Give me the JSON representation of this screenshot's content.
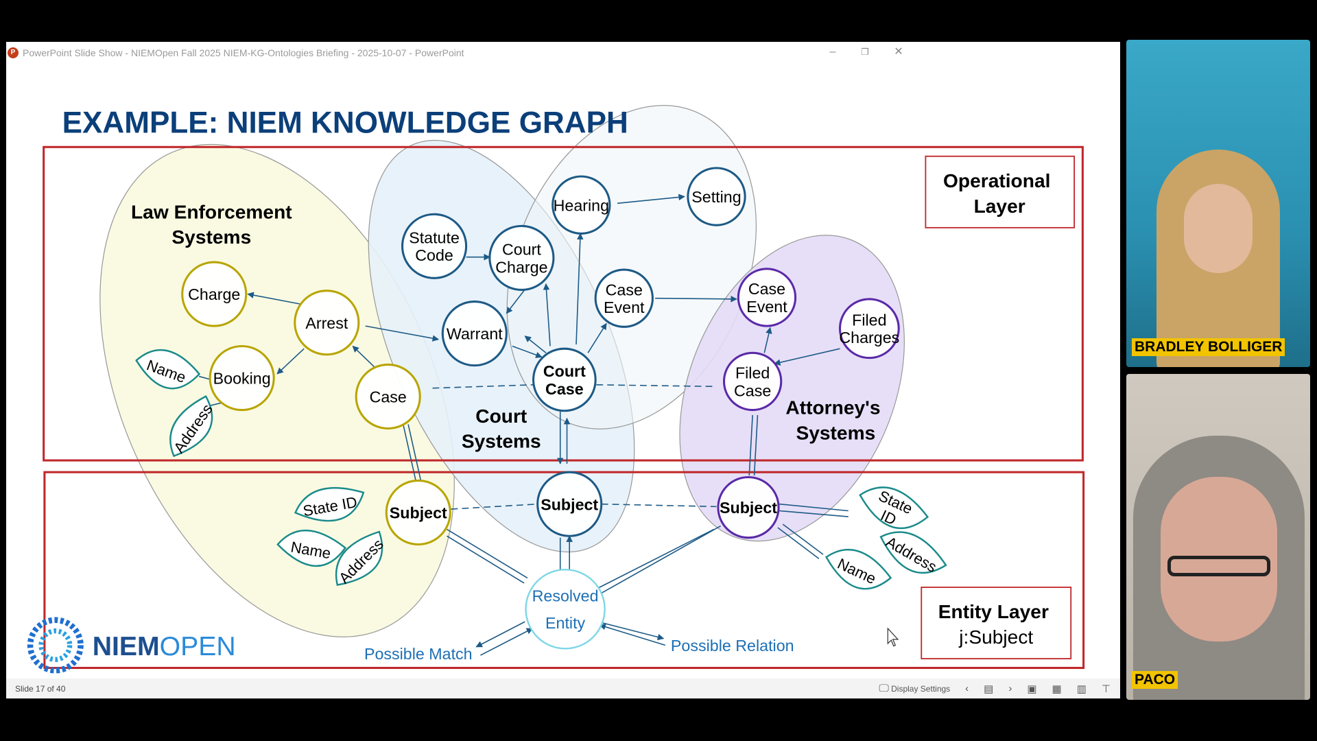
{
  "window": {
    "title": "PowerPoint Slide Show  -  NIEMOpen Fall 2025 NIEM-KG-Ontologies Briefing - 2025-10-07 - PowerPoint",
    "app_icon": "P",
    "controls": {
      "minimize": "–",
      "restore": "❐",
      "close": "✕"
    }
  },
  "slide": {
    "title": "EXAMPLE: NIEM KNOWLEDGE GRAPH",
    "operational_layer": [
      "Operational",
      "Layer"
    ],
    "entity_layer": [
      "Entity Layer",
      "j:Subject"
    ],
    "groups": {
      "law_enforcement": [
        "Law Enforcement",
        "Systems"
      ],
      "court": [
        "Court",
        "Systems"
      ],
      "attorney": [
        "Attorney's",
        "Systems"
      ]
    },
    "nodes": {
      "charge": [
        "Charge"
      ],
      "arrest": [
        "Arrest"
      ],
      "booking": [
        "Booking"
      ],
      "le_case": [
        "Case"
      ],
      "le_subject": [
        "Subject"
      ],
      "statute_code": [
        "Statute",
        "Code"
      ],
      "court_charge": [
        "Court",
        "Charge"
      ],
      "hearing": [
        "Hearing"
      ],
      "setting": [
        "Setting"
      ],
      "court_case_event": [
        "Case",
        "Event"
      ],
      "warrant": [
        "Warrant"
      ],
      "court_case": [
        "Court",
        "Case"
      ],
      "court_subject": [
        "Subject"
      ],
      "att_case_event": [
        "Case",
        "Event"
      ],
      "filed_charges": [
        "Filed",
        "Charges"
      ],
      "filed_case": [
        "Filed",
        "Case"
      ],
      "att_subject": [
        "Subject"
      ],
      "resolved_entity": [
        "Resolved",
        "Entity"
      ]
    },
    "leaves": {
      "le_name": "Name",
      "le_address": "Address",
      "sub_state_id": "State ID",
      "sub_name": "Name",
      "sub_address": "Address",
      "att_state_id": [
        "State",
        "ID"
      ],
      "att_address": "Address",
      "att_name": "Name"
    },
    "possible_match": "Possible Match",
    "possible_relation": "Possible Relation",
    "logo": {
      "niem": "NIEM",
      "open": "OPEN"
    },
    "colors": {
      "title": "#0b3f7a",
      "frame": "#c0282a",
      "law": "#b8a500",
      "court": "#1d5a86",
      "attorney": "#5a2aa8",
      "leaf": "#1a8a8a",
      "resolved": "#7fd7e6"
    }
  },
  "statusbar": {
    "slide_counter": "Slide 17 of 40",
    "display_settings": "Display Settings"
  },
  "participants": [
    {
      "name": "BRADLEY BOLLIGER"
    },
    {
      "name": "PACO"
    }
  ]
}
